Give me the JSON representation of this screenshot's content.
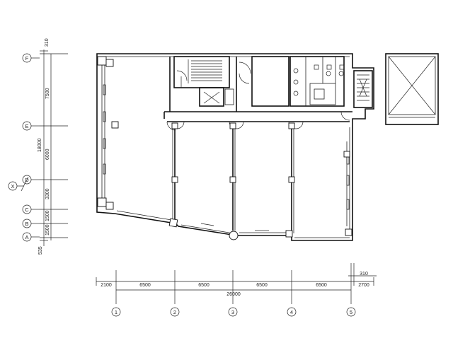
{
  "grid": {
    "vertical_axes": [
      "1",
      "2",
      "3",
      "4",
      "5"
    ],
    "horizontal_axes": [
      "F",
      "E",
      "D",
      "X",
      "C",
      "B",
      "A"
    ]
  },
  "dimensions": {
    "top_segments": [
      "2100",
      "6500",
      "6500",
      "6500",
      "6500",
      "2700"
    ],
    "top_small": "310",
    "total_width": "26000",
    "left_segments": [
      "310",
      "7500",
      "6000",
      "3300",
      "1500",
      "1500",
      "535"
    ],
    "total_depth": "18000"
  },
  "colors": {
    "line": "#111111",
    "background": "#ffffff"
  }
}
